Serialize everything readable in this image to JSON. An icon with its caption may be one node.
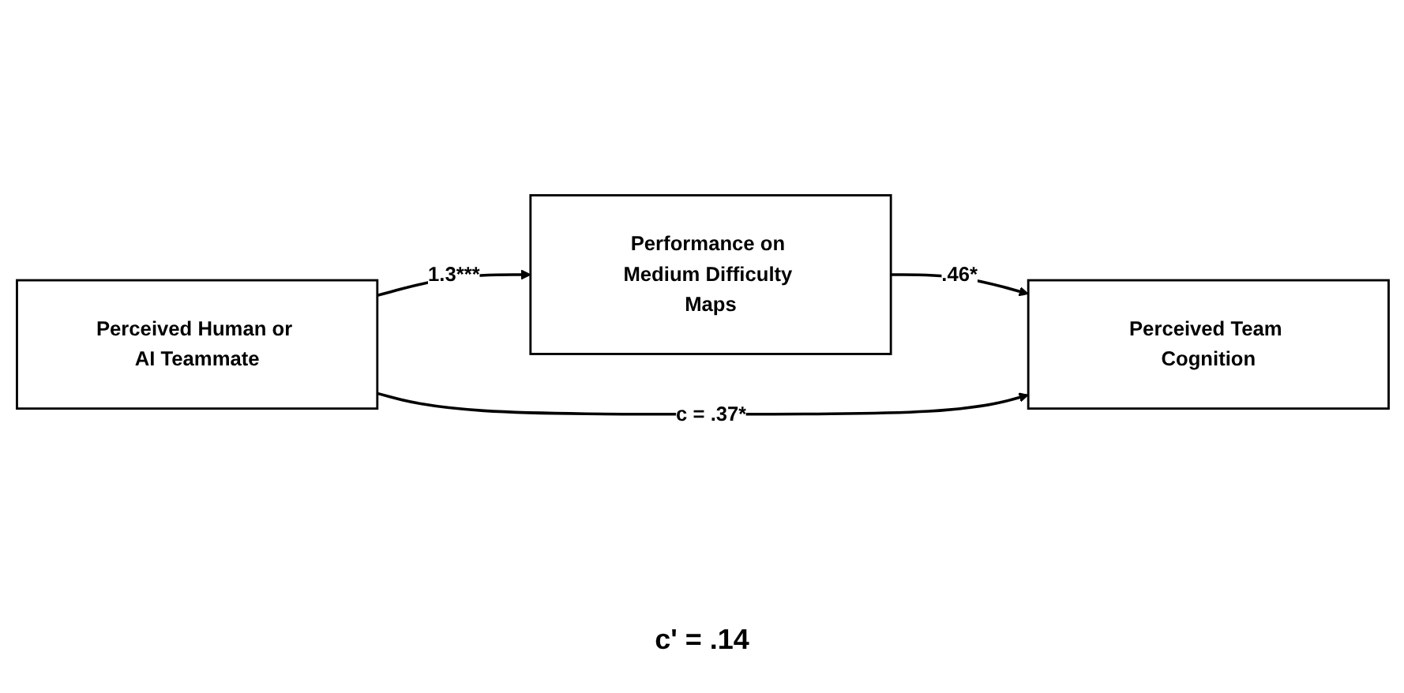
{
  "diagram": {
    "nodes": [
      {
        "text": [
          "Perceived Human or AI Teammate"
        ]
      },
      {
        "text": [
          "Performance on Medium Difficulty Maps"
        ]
      },
      {
        "text": [
          "Perceived Team Cognition"
        ]
      }
    ],
    "edges": [
      {
        "from": 0,
        "to": 1,
        "arrow": "to",
        "label": "1.3***"
      },
      {
        "from": 1,
        "to": 2,
        "arrow": "to",
        "label": ".46*"
      },
      {
        "from": 0,
        "to": 2,
        "arrow": "to",
        "label": "c = .37*"
      }
    ],
    "labels": [
      "c' = .14"
    ]
  }
}
